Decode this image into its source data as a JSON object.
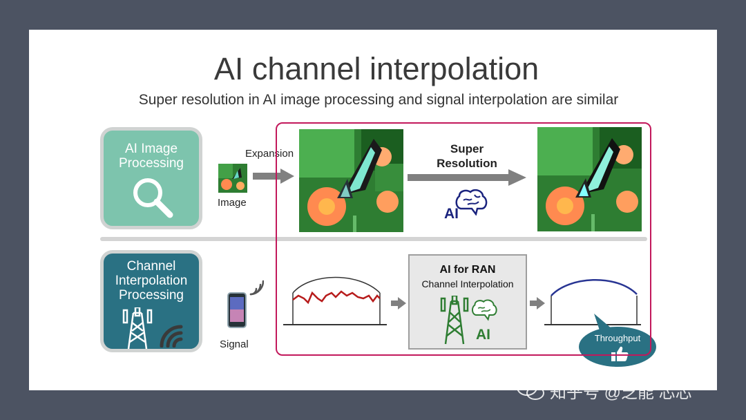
{
  "title": "AI channel interpolation",
  "subtitle": "Super resolution in AI image processing and signal interpolation are similar",
  "cards": {
    "image_processing": "AI Image Processing",
    "channel_interpolation": "Channel Interpolation Processing"
  },
  "labels": {
    "expansion": "Expansion",
    "image": "Image",
    "signal": "Signal",
    "super_resolution": "Super Resolution",
    "ai": "AI",
    "ran_title": "AI for RAN",
    "ran_subtitle": "Channel Interpolation",
    "ran_ai": "AI",
    "throughput": "Throughput"
  },
  "watermark": "知乎号 @芝能 芯芯",
  "colors": {
    "background": "#4c5362",
    "card_green": "#7dc4ad",
    "card_teal": "#2a7183",
    "frame_pink": "#c2185b",
    "signal_red": "#b71c1c",
    "signal_blue": "#283593",
    "ai_blue": "#1a237e",
    "ai_green": "#2e7d32"
  },
  "icons": [
    "magnifier-icon",
    "cell-tower-icon",
    "wifi-icon",
    "phone-icon",
    "brain-icon",
    "thumbs-up-icon",
    "wechat-icon"
  ]
}
